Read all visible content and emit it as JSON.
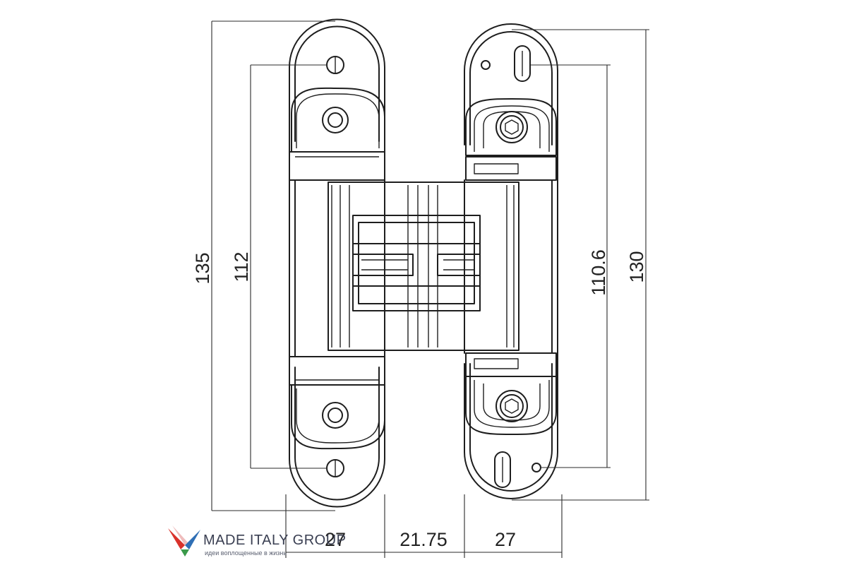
{
  "dimensions": {
    "overall_height_left": "135",
    "hole_spacing_left": "112",
    "hole_spacing_right": "110.6",
    "overall_height_right": "130",
    "left_leaf_width": "27",
    "middle_width": "21.75",
    "right_leaf_width": "27"
  },
  "logo": {
    "name": "MADE ITALY GROUP",
    "tagline": "идеи воплощенные в жизнь"
  },
  "colors": {
    "line": "#1e1e1e",
    "logo_red": "#d9322b",
    "logo_blue": "#2f6fb5",
    "logo_green": "#3a9a4a"
  }
}
